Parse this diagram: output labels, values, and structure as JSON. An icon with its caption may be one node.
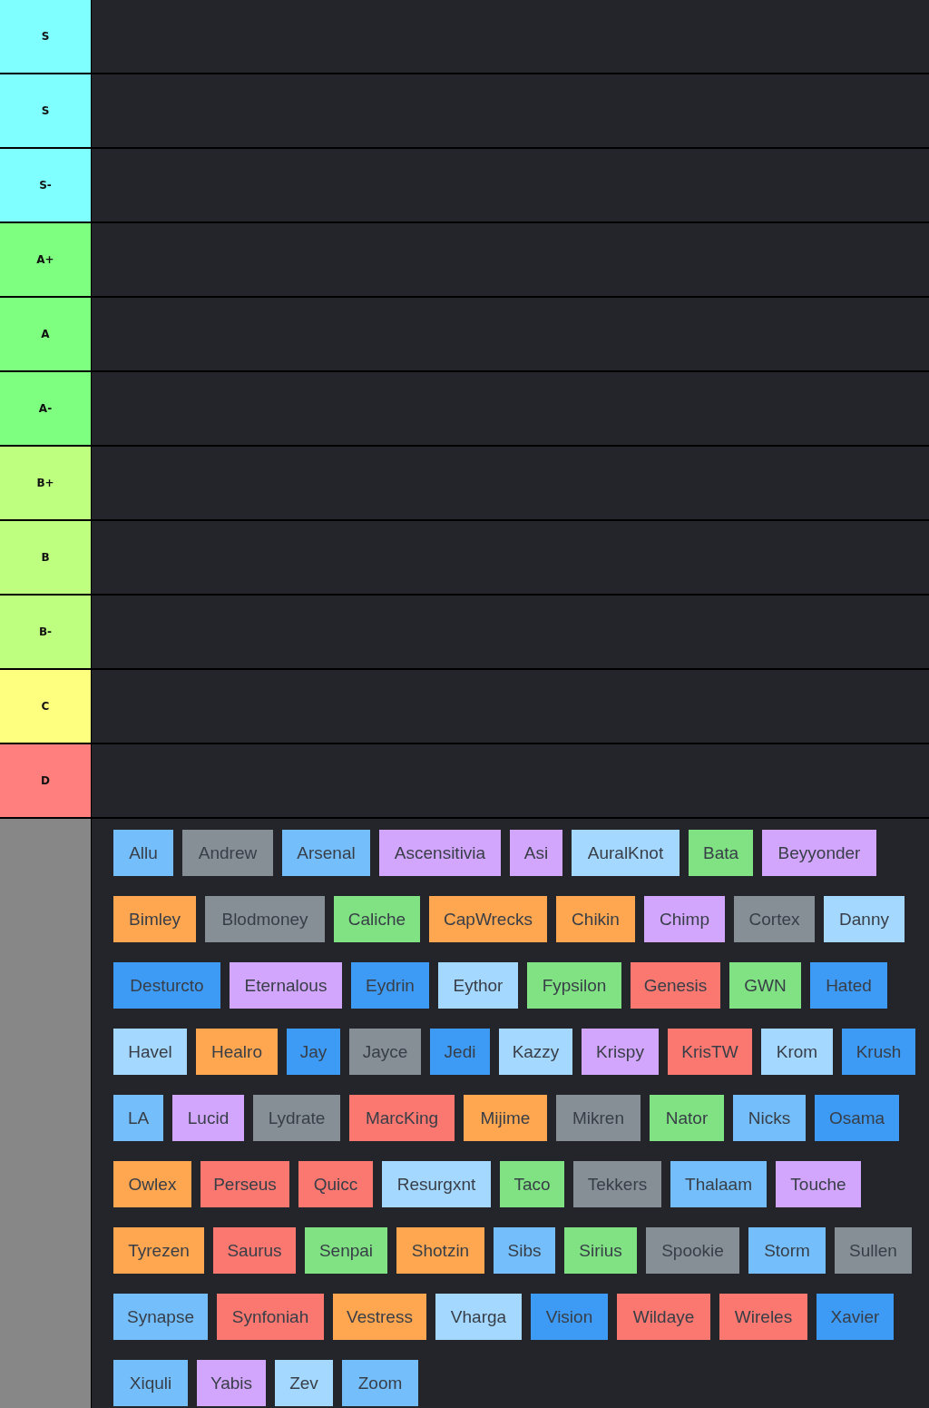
{
  "diagram": {
    "nodes": [
      {
        "text": [
          "S"
        ]
      },
      {
        "text": [
          "S"
        ]
      },
      {
        "text": [
          "S-"
        ]
      },
      {
        "text": [
          "A+"
        ]
      },
      {
        "text": [
          "A"
        ]
      },
      {
        "text": [
          "A-"
        ]
      },
      {
        "text": [
          "B+"
        ]
      },
      {
        "text": [
          "B"
        ]
      },
      {
        "text": [
          "B-"
        ]
      },
      {
        "text": [
          "C"
        ]
      },
      {
        "text": [
          "D"
        ]
      },
      {
        "text": [],
        "shape": "box"
      },
      {
        "text": [
          "Allu"
        ]
      },
      {
        "text": [
          "Andrew"
        ]
      },
      {
        "text": [
          "Arsenal"
        ]
      },
      {
        "text": [
          "Ascensitivia"
        ]
      },
      {
        "text": [
          "Asi"
        ]
      },
      {
        "text": [
          "AuralKnot"
        ]
      },
      {
        "text": [
          "Bata"
        ]
      },
      {
        "text": [
          "Beyyonder"
        ]
      },
      {
        "text": [
          "Bimley"
        ]
      },
      {
        "text": [
          "Blodmoney"
        ]
      },
      {
        "text": [
          "Caliche"
        ]
      },
      {
        "text": [
          "CapWrecks"
        ]
      },
      {
        "text": [
          "Chikin"
        ]
      },
      {
        "text": [
          "Chimp"
        ]
      },
      {
        "text": [
          "Cortex"
        ]
      },
      {
        "text": [
          "Danny"
        ]
      },
      {
        "text": [
          "Desturcto"
        ]
      },
      {
        "text": [
          "Eternalous"
        ]
      },
      {
        "text": [
          "Eydrin"
        ]
      },
      {
        "text": [
          "Eythor"
        ]
      },
      {
        "text": [
          "Fypsilon"
        ]
      },
      {
        "text": [
          "Genesis"
        ]
      },
      {
        "text": [
          "GWN"
        ]
      },
      {
        "text": [
          "Hated"
        ]
      },
      {
        "text": [
          "Havel"
        ]
      },
      {
        "text": [
          "Healro"
        ]
      },
      {
        "text": [
          "Jay"
        ]
      },
      {
        "text": [
          "Jayce"
        ]
      },
      {
        "text": [
          "Jedi"
        ]
      },
      {
        "text": [
          "Kazzy"
        ]
      },
      {
        "text": [
          "Krispy"
        ]
      },
      {
        "text": [
          "KrisTW"
        ]
      },
      {
        "text": [
          "Krom"
        ]
      },
      {
        "text": [
          "Krush"
        ]
      },
      {
        "text": [
          "LA"
        ]
      },
      {
        "text": [
          "Lucid"
        ]
      },
      {
        "text": [
          "Lydrate"
        ]
      },
      {
        "text": [
          "MarcKing"
        ]
      },
      {
        "text": [
          "Mijime"
        ]
      },
      {
        "text": [
          "Mikren"
        ]
      },
      {
        "text": [
          "Nator"
        ]
      },
      {
        "text": [
          "Nicks"
        ]
      },
      {
        "text": [
          "Osama"
        ]
      },
      {
        "text": [
          "Owlex"
        ]
      },
      {
        "text": [
          "Perseus"
        ]
      },
      {
        "text": [
          "Quicc"
        ]
      },
      {
        "text": [
          "Resurgxnt"
        ]
      },
      {
        "text": [
          "Taco"
        ]
      },
      {
        "text": [
          "Tekkers"
        ]
      },
      {
        "text": [
          "Thalaam"
        ]
      },
      {
        "text": [
          "Touche"
        ]
      },
      {
        "text": [
          "Tyrezen"
        ]
      },
      {
        "text": [
          "Saurus"
        ]
      },
      {
        "text": [
          "Senpai"
        ]
      },
      {
        "text": [
          "Shotzin"
        ]
      },
      {
        "text": [
          "Sibs"
        ]
      },
      {
        "text": [
          "Sirius"
        ]
      },
      {
        "text": [
          "Spookie"
        ]
      },
      {
        "text": [
          "Storm"
        ]
      },
      {
        "text": [
          "Sullen"
        ]
      },
      {
        "text": [
          "Synapse"
        ]
      },
      {
        "text": [
          "Synfoniah"
        ]
      },
      {
        "text": [
          "Vestress"
        ]
      },
      {
        "text": [
          "Vharga"
        ]
      },
      {
        "text": [
          "Vision"
        ]
      },
      {
        "text": [
          "Wildaye"
        ]
      },
      {
        "text": [
          "Wireles"
        ]
      },
      {
        "text": [
          "Xavier"
        ]
      },
      {
        "text": [
          "Xiquli"
        ]
      },
      {
        "text": [
          "Yabis"
        ]
      },
      {
        "text": [
          "Zev"
        ]
      },
      {
        "text": [
          "Zoom"
        ]
      }
    ]
  }
}
